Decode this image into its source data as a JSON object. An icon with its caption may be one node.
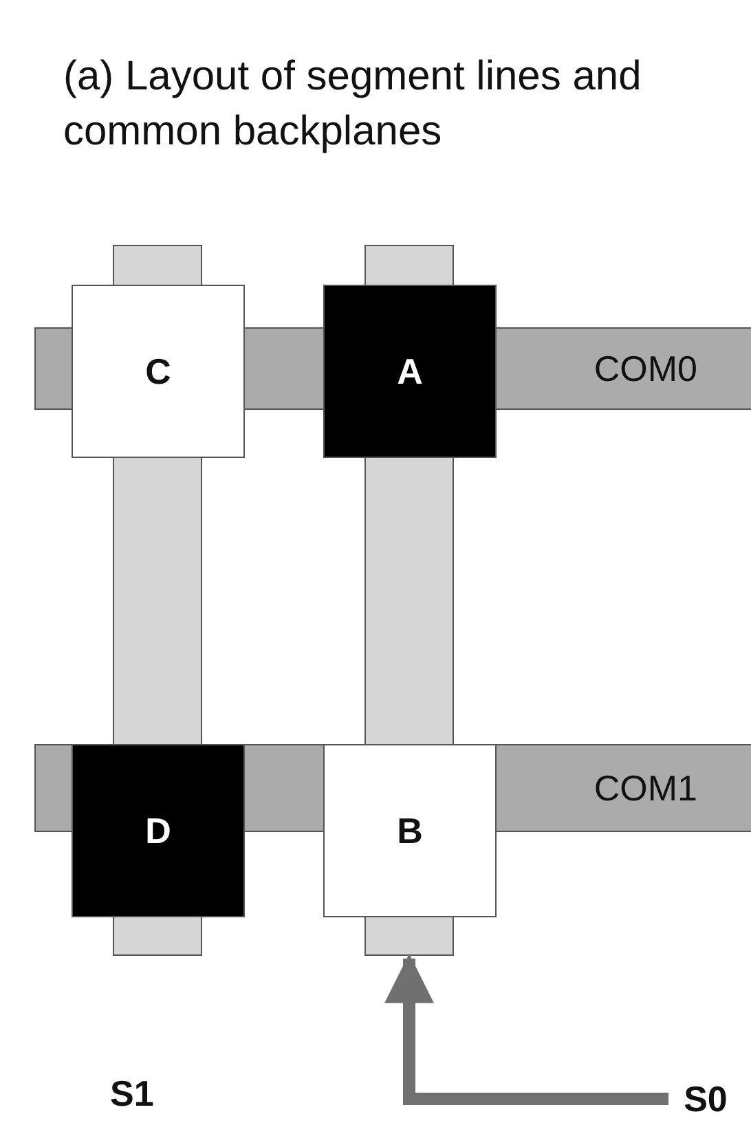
{
  "diagram": {
    "title": "(a) Layout of segment lines and common backplanes",
    "nodes": [
      {
        "text": [
          "COM0"
        ]
      },
      {
        "text": [
          "COM1"
        ]
      },
      {
        "text": [],
        "shape": "bar"
      },
      {
        "text": [],
        "shape": "bar"
      },
      {
        "text": [
          "C"
        ]
      },
      {
        "text": [
          "A"
        ]
      },
      {
        "text": [
          "D"
        ]
      },
      {
        "text": [
          "B"
        ]
      },
      {
        "text": [
          "S0"
        ]
      }
    ],
    "edges": [
      {
        "from": 8,
        "to": 3,
        "arrow": "to"
      }
    ],
    "labels": [
      "S1"
    ]
  }
}
